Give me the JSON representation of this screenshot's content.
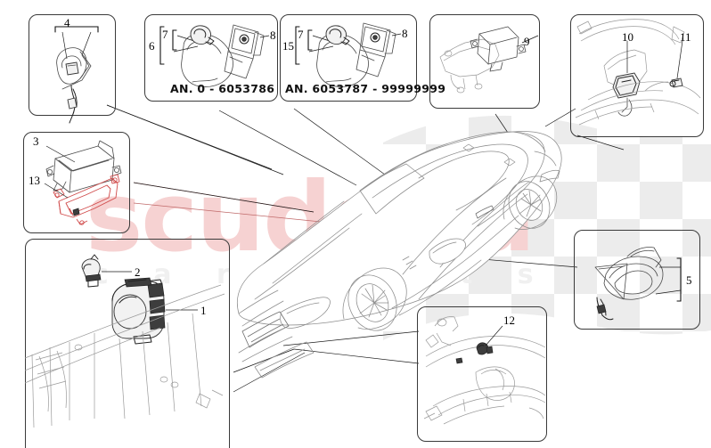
{
  "diagram": {
    "title": "Driver Assistance Sensors and Cameras Exploded Parts Diagram",
    "vehicle_view": "three-quarter front-left sedan outline",
    "background_color": "#ffffff",
    "line_color": "#4a4a4a"
  },
  "watermark": {
    "brand": "scuderia",
    "brand_color": "#f6d2d2",
    "subtitle": "c a r   p a r t s",
    "subtitle_color": "#f0f0f0",
    "flag": "checkered-flag-pattern",
    "flag_color": "#e8e8e8"
  },
  "panels": [
    {
      "id": "panel-4",
      "name": "mirror-glass-panel",
      "callouts": [
        {
          "number": "4",
          "style": "bracket"
        }
      ],
      "note": ""
    },
    {
      "id": "panel-an-0",
      "name": "mirror-sensor-early-panel",
      "callouts": [
        {
          "number": "6",
          "style": "brace"
        },
        {
          "number": "7",
          "style": "brace"
        },
        {
          "number": "8",
          "style": "leader"
        }
      ],
      "note": "AN. 0 - 6053786"
    },
    {
      "id": "panel-an-1",
      "name": "mirror-sensor-late-panel",
      "callouts": [
        {
          "number": "15",
          "style": "brace"
        },
        {
          "number": "7",
          "style": "brace"
        },
        {
          "number": "8",
          "style": "leader"
        }
      ],
      "note": "AN. 6053787 - 99999999"
    },
    {
      "id": "panel-9",
      "name": "control-module-bracket-panel",
      "callouts": [
        {
          "number": "9",
          "style": "leader"
        }
      ],
      "note": ""
    },
    {
      "id": "panel-10-11",
      "name": "windshield-camera-panel",
      "callouts": [
        {
          "number": "10",
          "style": "leader"
        },
        {
          "number": "11",
          "style": "leader"
        }
      ],
      "note": ""
    },
    {
      "id": "panel-3-13",
      "name": "control-unit-and-bracket-panel",
      "callouts": [
        {
          "number": "3",
          "style": "leader"
        },
        {
          "number": "13",
          "style": "leader"
        }
      ],
      "note": ""
    },
    {
      "id": "panel-1-2",
      "name": "front-radar-sensor-panel",
      "callouts": [
        {
          "number": "1",
          "style": "leader"
        },
        {
          "number": "2",
          "style": "leader"
        }
      ],
      "note": ""
    },
    {
      "id": "panel-5",
      "name": "side-mirror-assembly-panel",
      "callouts": [
        {
          "number": "5",
          "style": "bracket"
        }
      ],
      "note": ""
    },
    {
      "id": "panel-12",
      "name": "front-bumper-sensor-panel",
      "callouts": [
        {
          "number": "12",
          "style": "leader"
        }
      ],
      "note": ""
    }
  ],
  "labels": {
    "n1": "1",
    "n2": "2",
    "n3": "3",
    "n4": "4",
    "n5": "5",
    "n6": "6",
    "n7a": "7",
    "n7b": "7",
    "n8a": "8",
    "n8b": "8",
    "n9": "9",
    "n10": "10",
    "n11": "11",
    "n12": "12",
    "n13": "13",
    "n15": "15",
    "an_left": "AN. 0 - 6053786",
    "an_right": "AN. 6053787 - 99999999"
  }
}
